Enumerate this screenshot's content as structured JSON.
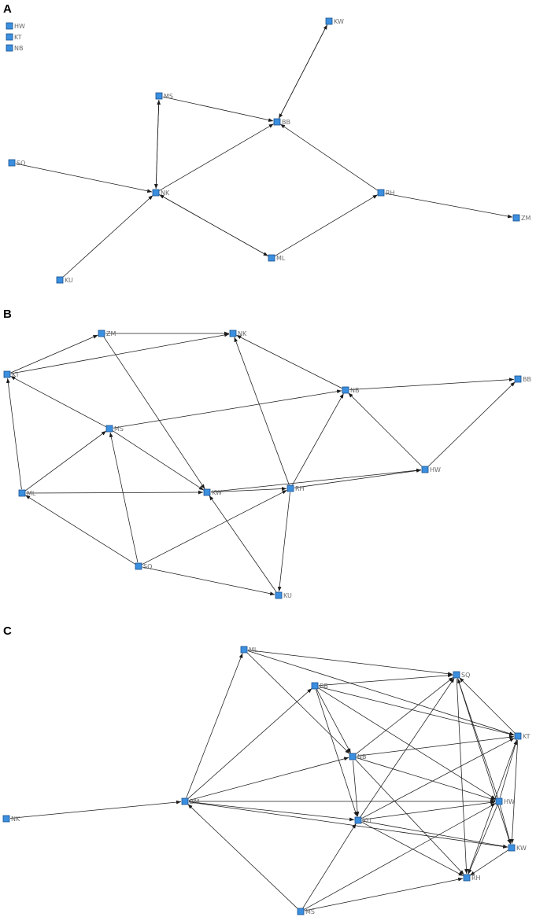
{
  "panels": [
    {
      "label": "A",
      "nodes": [
        "HW",
        "KT",
        "NB",
        "KW",
        "MS",
        "BB",
        "SQ",
        "NK",
        "RH",
        "ZM",
        "ML",
        "KU"
      ],
      "edges": [
        [
          "BB",
          "KW"
        ],
        [
          "KW",
          "BB"
        ],
        [
          "MS",
          "BB"
        ],
        [
          "MS",
          "NK"
        ],
        [
          "NK",
          "MS"
        ],
        [
          "NK",
          "BB"
        ],
        [
          "SQ",
          "NK"
        ],
        [
          "KU",
          "NK"
        ],
        [
          "ML",
          "NK"
        ],
        [
          "NK",
          "ML"
        ],
        [
          "ML",
          "RH"
        ],
        [
          "RH",
          "BB"
        ],
        [
          "RH",
          "ZM"
        ]
      ]
    },
    {
      "label": "B",
      "nodes": [
        "ZM",
        "NK",
        "KT",
        "NB",
        "BB",
        "MS",
        "HW",
        "ML",
        "KW",
        "RH",
        "SQ",
        "KU"
      ],
      "edges": [
        [
          "KT",
          "ZM"
        ],
        [
          "ZM",
          "NK"
        ],
        [
          "KT",
          "NK"
        ],
        [
          "ZM",
          "KW"
        ],
        [
          "MS",
          "KT"
        ],
        [
          "ML",
          "KT"
        ],
        [
          "NB",
          "NK"
        ],
        [
          "RH",
          "NK"
        ],
        [
          "MS",
          "NB"
        ],
        [
          "NB",
          "BB"
        ],
        [
          "MS",
          "KW"
        ],
        [
          "ML",
          "MS"
        ],
        [
          "ML",
          "KW"
        ],
        [
          "KW",
          "RH"
        ],
        [
          "RH",
          "HW"
        ],
        [
          "KW",
          "HW"
        ],
        [
          "HW",
          "NB"
        ],
        [
          "HW",
          "BB"
        ],
        [
          "RH",
          "NB"
        ],
        [
          "SQ",
          "MS"
        ],
        [
          "SQ",
          "ML"
        ],
        [
          "SQ",
          "RH"
        ],
        [
          "SQ",
          "KU"
        ],
        [
          "RH",
          "KU"
        ],
        [
          "KU",
          "KW"
        ]
      ]
    },
    {
      "label": "C",
      "nodes": [
        "ML",
        "SQ",
        "BB",
        "NB",
        "KT",
        "NK",
        "ZM",
        "HW",
        "KU",
        "KW",
        "RH",
        "MS"
      ],
      "edges": [
        [
          "ZM",
          "ML"
        ],
        [
          "ML",
          "SQ"
        ],
        [
          "ML",
          "NB"
        ],
        [
          "ML",
          "KT"
        ],
        [
          "ZM",
          "BB"
        ],
        [
          "BB",
          "SQ"
        ],
        [
          "BB",
          "KT"
        ],
        [
          "BB",
          "NB"
        ],
        [
          "BB",
          "KU"
        ],
        [
          "BB",
          "HW"
        ],
        [
          "NK",
          "ZM"
        ],
        [
          "ZM",
          "NB"
        ],
        [
          "ZM",
          "KU"
        ],
        [
          "ZM",
          "HW"
        ],
        [
          "ZM",
          "KW"
        ],
        [
          "NB",
          "SQ"
        ],
        [
          "NB",
          "KT"
        ],
        [
          "NB",
          "KU"
        ],
        [
          "NB",
          "HW"
        ],
        [
          "NB",
          "RH"
        ],
        [
          "KU",
          "SQ"
        ],
        [
          "KU",
          "KT"
        ],
        [
          "KU",
          "HW"
        ],
        [
          "KU",
          "KW"
        ],
        [
          "KU",
          "RH"
        ],
        [
          "HW",
          "SQ"
        ],
        [
          "HW",
          "KT"
        ],
        [
          "HW",
          "KW"
        ],
        [
          "HW",
          "RH"
        ],
        [
          "SQ",
          "KW"
        ],
        [
          "SQ",
          "RH"
        ],
        [
          "KT",
          "SQ"
        ],
        [
          "KT",
          "KW"
        ],
        [
          "KT",
          "RH"
        ],
        [
          "KW",
          "RH"
        ],
        [
          "MS",
          "ZM"
        ],
        [
          "MS",
          "KU"
        ],
        [
          "MS",
          "HW"
        ],
        [
          "MS",
          "RH"
        ]
      ]
    }
  ]
}
